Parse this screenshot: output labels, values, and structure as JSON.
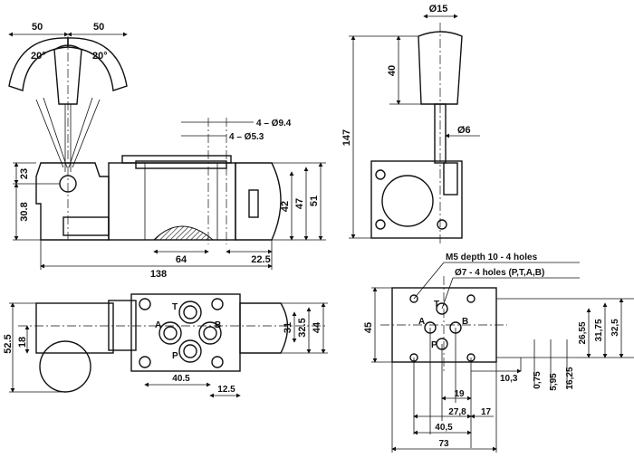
{
  "front_view": {
    "dims": {
      "d50a": "50",
      "d50b": "50",
      "a20a": "20°",
      "a20b": "20°",
      "d23": "23",
      "d30_8": "30.8",
      "d64": "64",
      "d22_5": "22.5",
      "d138": "138",
      "d42": "42",
      "d47": "47",
      "d51": "51",
      "d4phi9_4": "4 – Ø9.4",
      "d4phi5_3": "4 – Ø5.3"
    }
  },
  "side_view": {
    "dims": {
      "phi15": "Ø15",
      "d40": "40",
      "d147": "147",
      "phi6": "Ø6"
    }
  },
  "top_view": {
    "dims": {
      "d52_5": "52.5",
      "d18": "18",
      "d31": "31",
      "d32_5": "32.5",
      "d44": "44",
      "d40_5": "40.5",
      "d12_5": "12.5"
    },
    "ports": {
      "P": "P",
      "A": "A",
      "B": "B",
      "T": "T"
    }
  },
  "mounting_face": {
    "notes": {
      "m5": "M5 depth 10 - 4 holes",
      "phi7": "Ø7 - 4 holes (P,T,A,B)"
    },
    "ports": {
      "P": "P",
      "A": "A",
      "B": "B",
      "T": "T"
    },
    "dims": {
      "d45": "45",
      "d26_55": "26,55",
      "d31_75": "31,75",
      "d32_5": "32,5",
      "d10_3": "10,3",
      "d0_75": "0,75",
      "d5_95": "5,95",
      "d16_25": "16,25",
      "d19": "19",
      "d27_8": "27,8",
      "d17": "17",
      "d40_5": "40,5",
      "d73": "73"
    }
  }
}
